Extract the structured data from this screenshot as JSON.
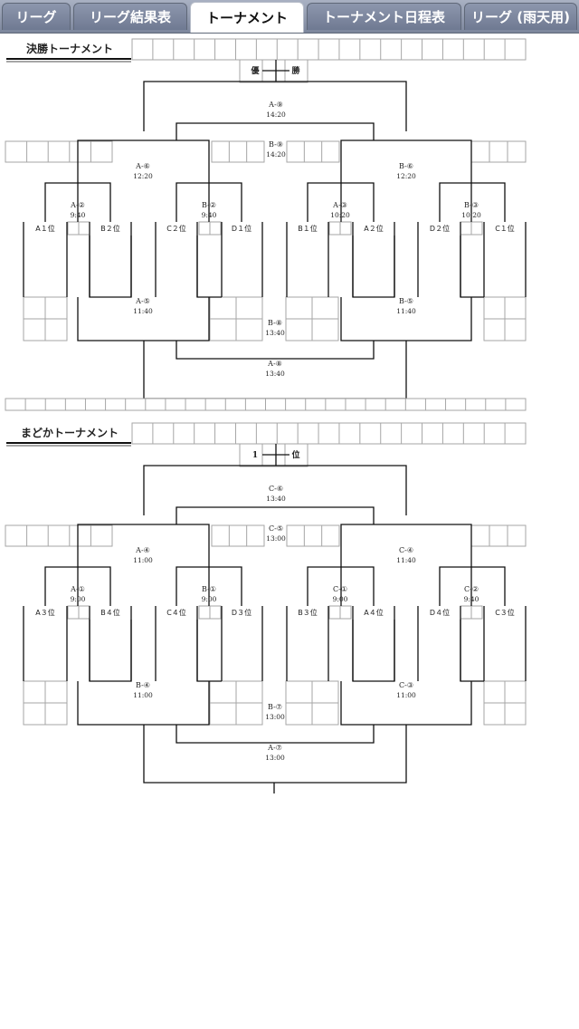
{
  "tabs": [
    {
      "label": "リーグ",
      "active": false
    },
    {
      "label": "リーグ結果表",
      "active": false
    },
    {
      "label": "トーナメント",
      "active": true
    },
    {
      "label": "トーナメント日程表",
      "active": false
    },
    {
      "label": "リーグ (雨天用)",
      "active": false
    }
  ],
  "sections": [
    {
      "title": "決勝トーナメント",
      "top_left": "優",
      "top_right": "勝",
      "teams": [
        "A１位",
        "B２位",
        "C２位",
        "D１位",
        "B１位",
        "A２位",
        "D２位",
        "C１位"
      ],
      "matches": {
        "top_final": {
          "id": "A-⑨",
          "time": "14:20"
        },
        "top_third": {
          "id": "B-⑨",
          "time": "14:20"
        },
        "semi_left": {
          "id": "A-⑥",
          "time": "12:20"
        },
        "semi_right": {
          "id": "B-⑥",
          "time": "12:20"
        },
        "qf1": {
          "id": "A-②",
          "time": "9:40"
        },
        "qf2": {
          "id": "B-②",
          "time": "9:40"
        },
        "qf3": {
          "id": "A-③",
          "time": "10:20"
        },
        "qf4": {
          "id": "B-③",
          "time": "10:20"
        },
        "low_left": {
          "id": "A-⑤",
          "time": "11:40"
        },
        "low_right": {
          "id": "B-⑤",
          "time": "11:40"
        },
        "low_third": {
          "id": "B-⑧",
          "time": "13:40"
        },
        "low_final": {
          "id": "A-⑧",
          "time": "13:40"
        }
      }
    },
    {
      "title": "まどかトーナメント",
      "top_left": "1",
      "top_right": "位",
      "teams": [
        "A３位",
        "B４位",
        "C４位",
        "D３位",
        "B３位",
        "A４位",
        "D４位",
        "C３位"
      ],
      "matches": {
        "top_final": {
          "id": "C-⑥",
          "time": "13:40"
        },
        "top_third": {
          "id": "C-⑤",
          "time": "13:00"
        },
        "semi_left": {
          "id": "A-④",
          "time": "11:00"
        },
        "semi_right": {
          "id": "C-④",
          "time": "11:40"
        },
        "qf1": {
          "id": "A-①",
          "time": "9:00"
        },
        "qf2": {
          "id": "B-①",
          "time": "9:00"
        },
        "qf3": {
          "id": "C-①",
          "time": "9:00"
        },
        "qf4": {
          "id": "C-②",
          "time": "9:40"
        },
        "low_left": {
          "id": "B-④",
          "time": "11:00"
        },
        "low_right": {
          "id": "C-③",
          "time": "11:00"
        },
        "low_third": {
          "id": "B-⑦",
          "time": "13:00"
        },
        "low_final": {
          "id": "A-⑦",
          "time": "13:00"
        }
      }
    }
  ]
}
